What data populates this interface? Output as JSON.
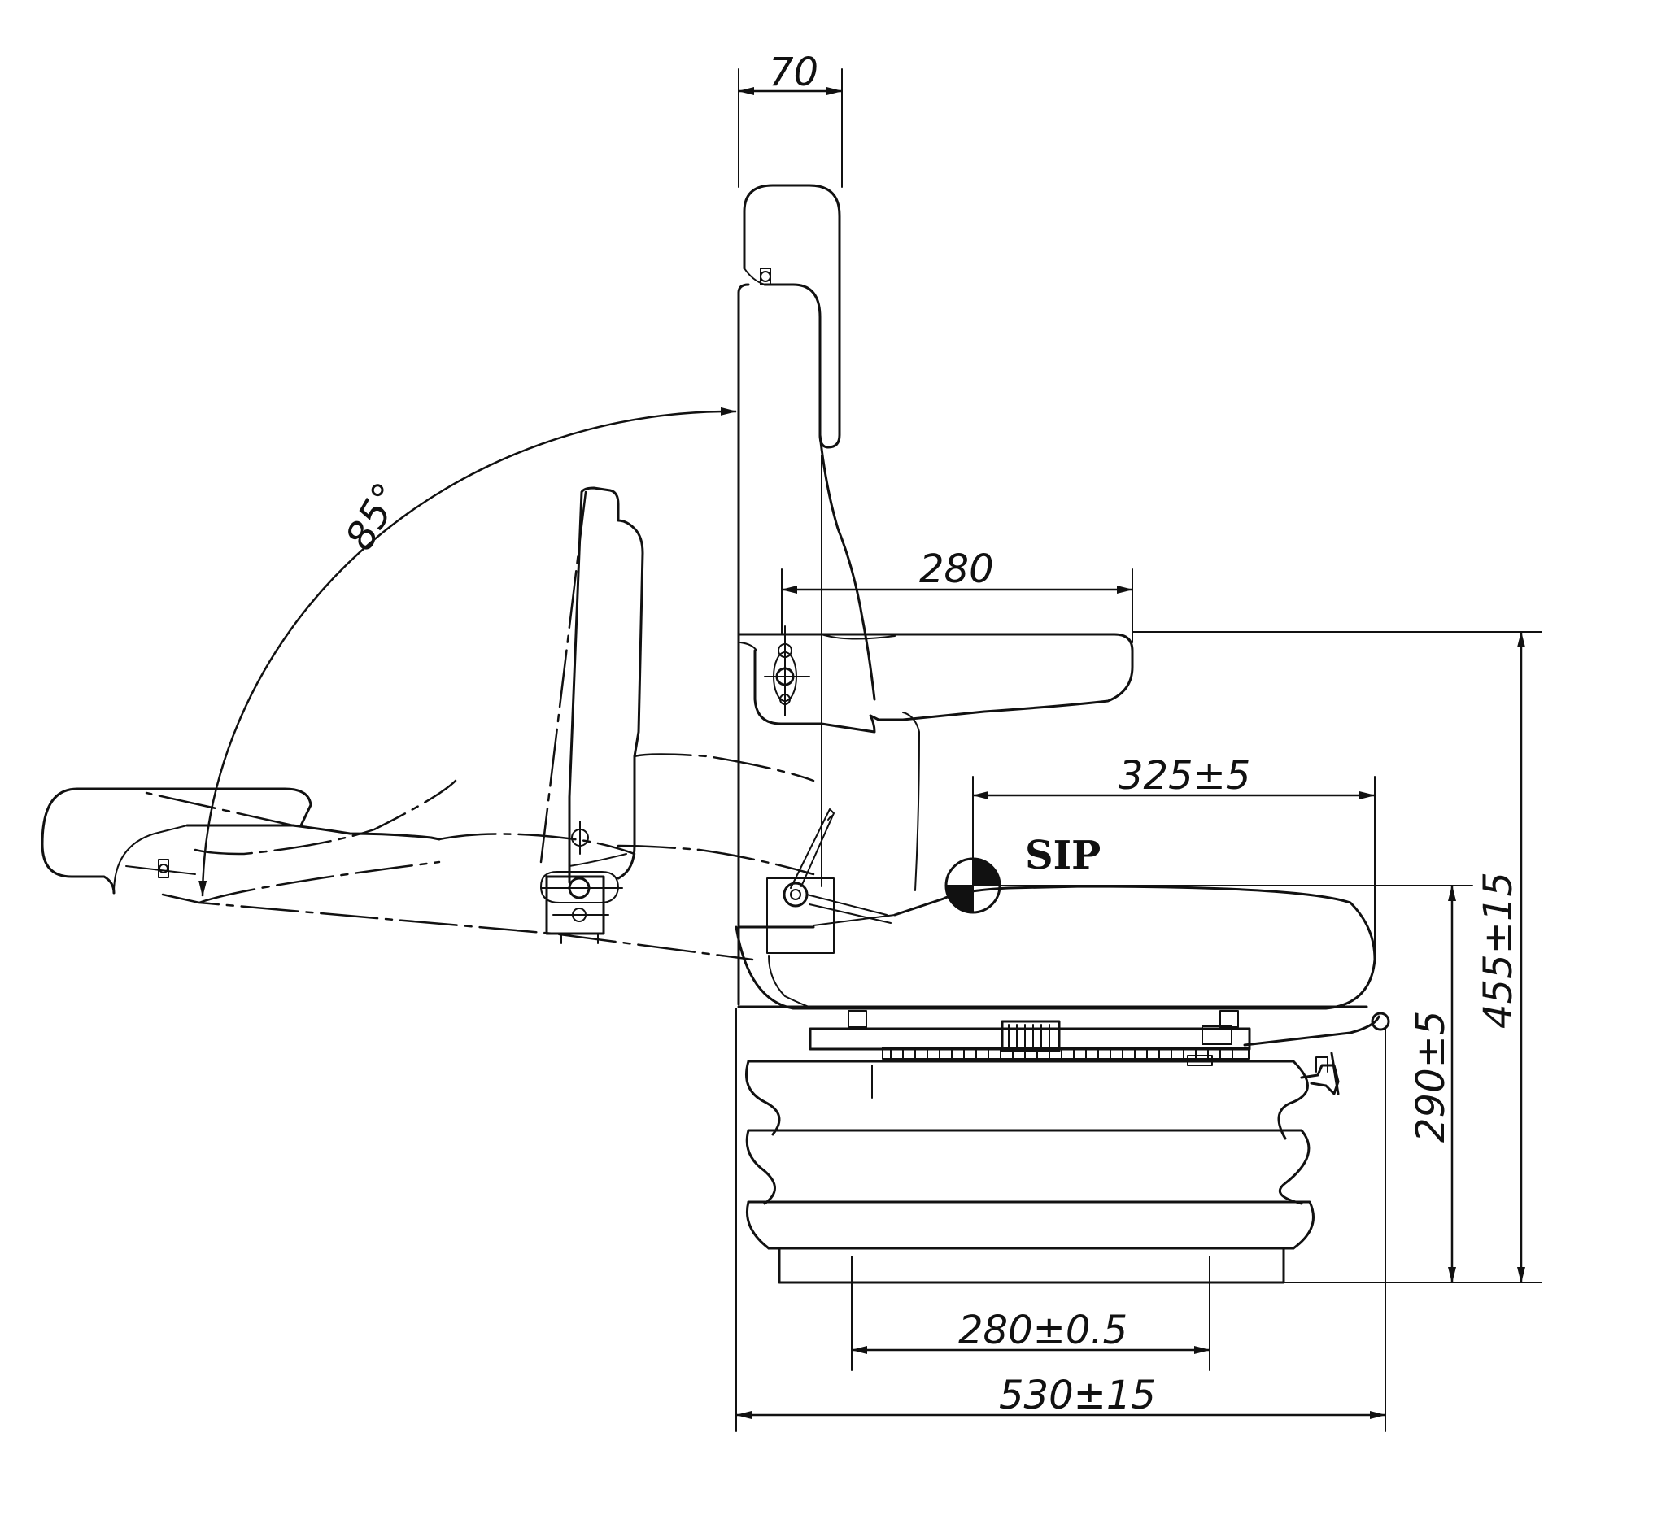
{
  "dimensions": {
    "backrest_depth": "70",
    "armrest_length": "280",
    "sip_distance": "325±5",
    "sip_label": "SIP",
    "recline_angle": "85°",
    "total_height": "455±15",
    "sip_height": "290±5",
    "base_mount_width": "280±0.5",
    "total_depth": "530±15"
  }
}
